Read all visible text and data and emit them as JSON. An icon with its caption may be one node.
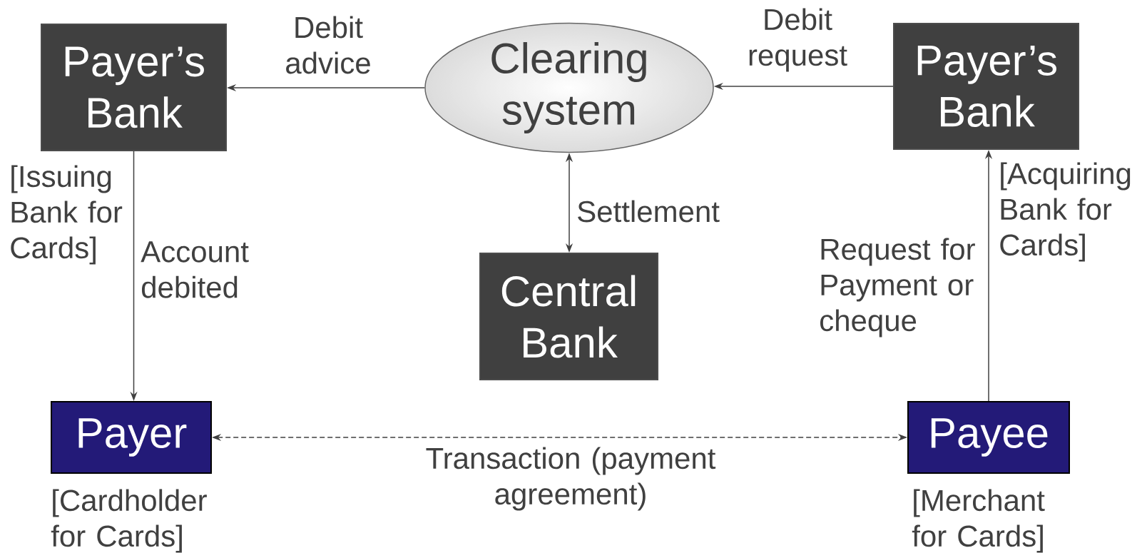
{
  "diagram": {
    "nodes": [
      {
        "text": [
          "Payer’s Bank"
        ],
        "beside": [
          "[Issuing Bank for Cards]"
        ]
      },
      {
        "text": [
          "Clearing system"
        ]
      },
      {
        "text": [
          "Payer’s Bank"
        ],
        "beside": [
          "[Acquiring Bank for Cards]"
        ]
      },
      {
        "text": [
          "Central Bank"
        ]
      },
      {
        "text": [
          "Payer"
        ],
        "beside": [
          "[Cardholder for Cards]"
        ]
      },
      {
        "text": [
          "Payee"
        ],
        "beside": [
          "[Merchant for Cards]"
        ]
      }
    ],
    "edges": [
      {
        "from": 1,
        "to": 0,
        "arrow": "to",
        "label": "Debit advice"
      },
      {
        "from": 2,
        "to": 1,
        "arrow": "to",
        "label": "Debit request"
      },
      {
        "from": 1,
        "to": 3,
        "arrow": "both",
        "label": "Settlement"
      },
      {
        "from": 0,
        "to": 4,
        "arrow": "to",
        "label": "Account debited"
      },
      {
        "from": 5,
        "to": 2,
        "arrow": "to",
        "label": "Request for Payment or cheque"
      },
      {
        "from": 4,
        "to": 5,
        "arrow": "both",
        "style": "dashed",
        "label": "Transaction (payment agreement)"
      }
    ]
  }
}
